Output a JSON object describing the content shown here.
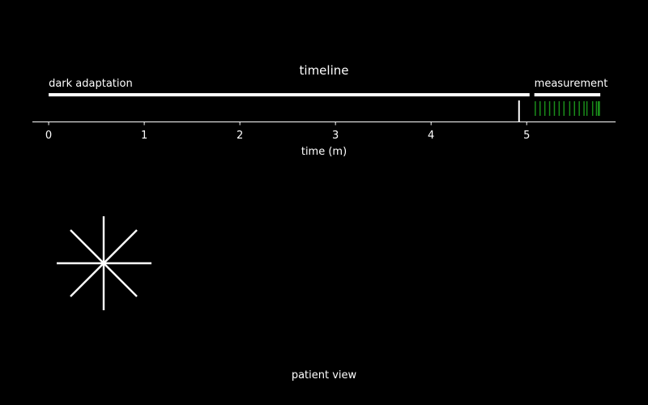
{
  "colors": {
    "background": "#000000",
    "foreground": "#ffffff",
    "stimulus": "#1a8c1a"
  },
  "chart_data": {
    "type": "timeline",
    "title": "timeline",
    "xlabel": "time (m)",
    "xlim": [
      -0.17,
      5.93
    ],
    "xticks": [
      0,
      1,
      2,
      3,
      4,
      5
    ],
    "xtick_labels": [
      "0",
      "1",
      "2",
      "3",
      "4",
      "5"
    ],
    "grid": false,
    "phases": [
      {
        "name": "dark adaptation",
        "start": 0.0,
        "end": 5.03
      },
      {
        "name": "measurement",
        "start": 5.08,
        "end": 5.77
      }
    ],
    "current_time": 4.92,
    "stimulus_events": [
      5.09,
      5.14,
      5.19,
      5.24,
      5.29,
      5.34,
      5.39,
      5.45,
      5.5,
      5.55,
      5.6,
      5.63,
      5.69,
      5.73,
      5.75,
      5.76
    ]
  },
  "patient_view": {
    "label": "patient view",
    "fixation_target": "asterisk-fixation-icon"
  }
}
